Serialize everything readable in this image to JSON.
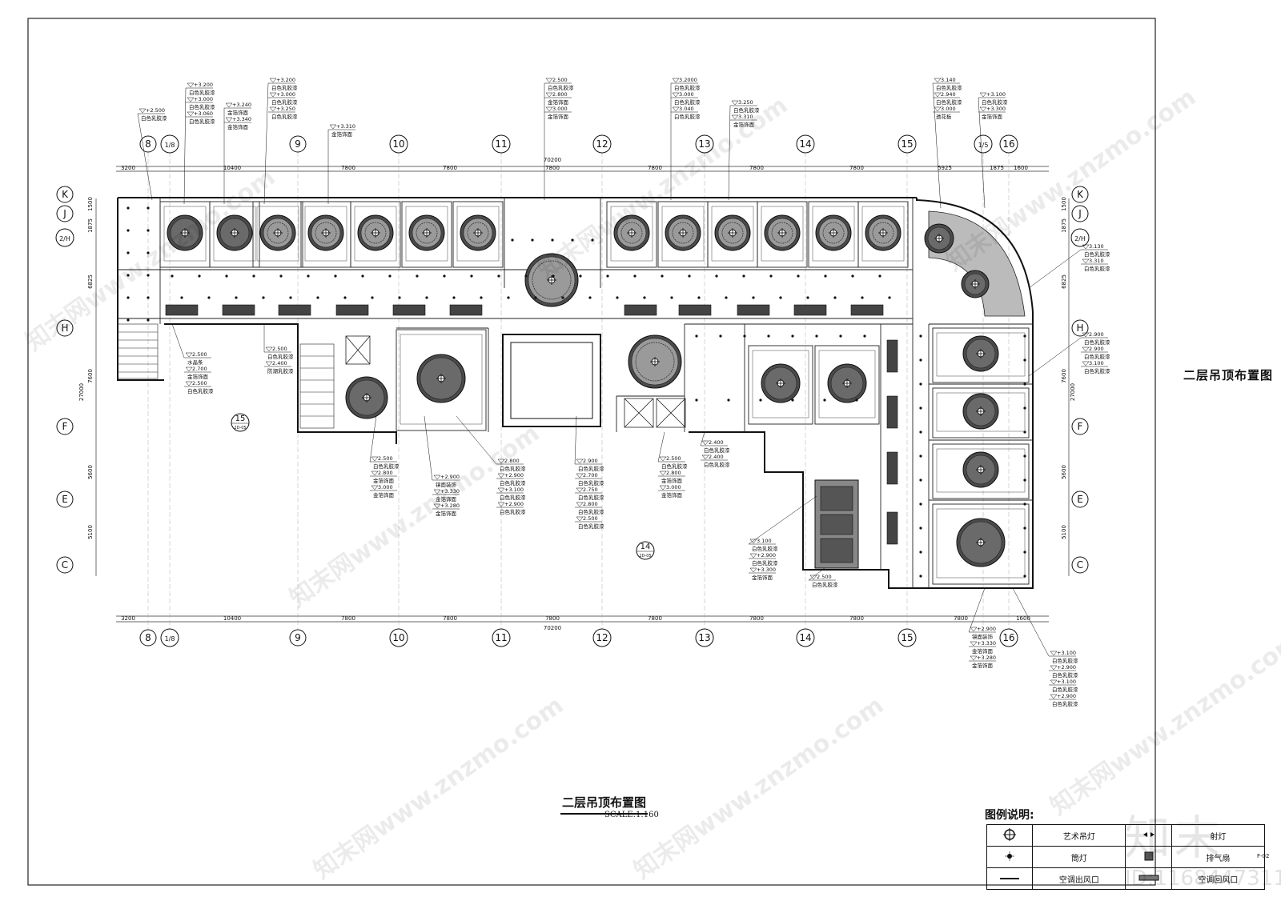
{
  "drawing": {
    "title": "二层吊顶布置图",
    "scale": "SCALE:1:160",
    "side_title": "二层吊顶布置图",
    "sheet_no": "F-02",
    "total_dimension": "70200",
    "total_height": "27000"
  },
  "axes_horizontal": [
    "8",
    "1/8",
    "9",
    "10",
    "11",
    "12",
    "13",
    "14",
    "15",
    "1/5",
    "16"
  ],
  "axes_bottom": [
    "8",
    "1/8",
    "9",
    "10",
    "11",
    "12",
    "13",
    "14",
    "15",
    "16"
  ],
  "axes_vertical": [
    "K",
    "J",
    "2/H",
    "H",
    "F",
    "E",
    "C"
  ],
  "dims_top": [
    "3200",
    "10400",
    "7800",
    "7800",
    "7800",
    "7800",
    "7800",
    "7800",
    "5925",
    "1875",
    "1600"
  ],
  "dims_bottom": [
    "3200",
    "10400",
    "7800",
    "7800",
    "7800",
    "7800",
    "7800",
    "7800",
    "7800",
    "1600"
  ],
  "dims_left": [
    "1500",
    "1875",
    "6825",
    "7600",
    "5600",
    "5100"
  ],
  "dims_right": [
    "1500",
    "1875",
    "6825",
    "7600",
    "5600",
    "5100"
  ],
  "section_marks": [
    {
      "num": "15",
      "ref": "2D-05"
    },
    {
      "num": "14",
      "ref": "2D-05"
    }
  ],
  "annotations_top": [
    {
      "lines": [
        "+2.500",
        "白色乳胶漆"
      ]
    },
    {
      "lines": [
        "+3.200",
        "白色乳胶漆",
        "+3.000",
        "白色乳胶漆",
        "+3.060",
        "白色乳胶漆"
      ]
    },
    {
      "lines": [
        "+3.240",
        "金箔饰面",
        "+3.340",
        "金箔饰面"
      ]
    },
    {
      "lines": [
        "+3.200",
        "白色乳胶漆",
        "+3.000",
        "白色乳胶漆",
        "+3.250",
        "白色乳胶漆"
      ]
    },
    {
      "lines": [
        "+3.310",
        "金箔饰面"
      ]
    },
    {
      "lines": [
        "2.500",
        "白色乳胶漆",
        "2.800",
        "金箔饰面",
        "3.000",
        "金箔饰面"
      ]
    },
    {
      "lines": [
        "3.2000",
        "白色乳胶漆",
        "3.000",
        "白色乳胶漆",
        "3.040",
        "白色乳胶漆"
      ]
    },
    {
      "lines": [
        "3.250",
        "白色乳胶漆",
        "3.310",
        "金箔饰面"
      ]
    },
    {
      "lines": [
        "3.140",
        "白色乳胶漆",
        "2.940",
        "白色乳胶漆",
        "3.000",
        "透花板"
      ]
    },
    {
      "lines": [
        "+3.100",
        "白色乳胶漆",
        "+3.300",
        "金箔饰面"
      ]
    }
  ],
  "annotations_right": [
    {
      "lines": [
        "3.130",
        "白色乳胶漆",
        "3.310",
        "白色乳胶漆"
      ]
    },
    {
      "lines": [
        "2.900",
        "白色乳胶漆",
        "2.900",
        "白色乳胶漆",
        "3.100",
        "白色乳胶漆"
      ]
    }
  ],
  "annotations_bottom": [
    {
      "lines": [
        "2.500",
        "水晶条",
        "2.700",
        "金箔饰面",
        "2.500",
        "白色乳胶漆"
      ]
    },
    {
      "lines": [
        "2.500",
        "白色乳胶漆",
        "2.400",
        "防潮乳胶漆"
      ]
    },
    {
      "lines": [
        "2.500",
        "白色乳胶漆",
        "2.800",
        "金箔饰面",
        "3.000",
        "金箔饰面"
      ]
    },
    {
      "lines": [
        "+2.900",
        "镜面装饰",
        "+3.330",
        "金箔饰面",
        "+3.280",
        "金箔饰面"
      ]
    },
    {
      "lines": [
        "2.800",
        "白色乳胶漆",
        "+2.900",
        "白色乳胶漆",
        "+3.100",
        "白色乳胶漆",
        "+2.900",
        "白色乳胶漆"
      ]
    },
    {
      "lines": [
        "2.900",
        "白色乳胶漆",
        "2.700",
        "白色乳胶漆",
        "2.750",
        "白色乳胶漆",
        "2.800",
        "白色乳胶漆",
        "2.500",
        "白色乳胶漆"
      ]
    },
    {
      "lines": [
        "2.500",
        "白色乳胶漆",
        "2.800",
        "金箔饰面",
        "3.000",
        "金箔饰面"
      ]
    },
    {
      "lines": [
        "2.400",
        "白色乳胶漆",
        "2.400",
        "白色乳胶漆"
      ]
    },
    {
      "lines": [
        "3.100",
        "白色乳胶漆",
        "+2.900",
        "白色乳胶漆",
        "+3.300",
        "金箔饰面"
      ]
    },
    {
      "lines": [
        "2.500",
        "白色乳胶漆"
      ]
    },
    {
      "lines": [
        "+2.900",
        "镜面装饰",
        "+3.330",
        "金箔饰面",
        "+3.280",
        "金箔饰面"
      ]
    },
    {
      "lines": [
        "+3.100",
        "白色乳胶漆",
        "+2.900",
        "白色乳胶漆",
        "+3.100",
        "白色乳胶漆",
        "+2.900",
        "白色乳胶漆"
      ]
    }
  ],
  "legend": {
    "title": "图例说明:",
    "rows": [
      [
        {
          "icon": "art-chandelier-icon",
          "label": "艺术吊灯"
        },
        {
          "icon": "spotlight-icon",
          "label": "射灯"
        }
      ],
      [
        {
          "icon": "downlight-icon",
          "label": "筒灯"
        },
        {
          "icon": "exhaust-fan-icon",
          "label": "排气扇"
        }
      ],
      [
        {
          "icon": "ac-outlet-icon",
          "label": "空调出风口"
        },
        {
          "icon": "ac-return-icon",
          "label": "空调回风口"
        }
      ]
    ]
  },
  "watermark": {
    "text": "知末网www.znzmo.com",
    "logo": "知末",
    "id": "ID:1168447311"
  }
}
